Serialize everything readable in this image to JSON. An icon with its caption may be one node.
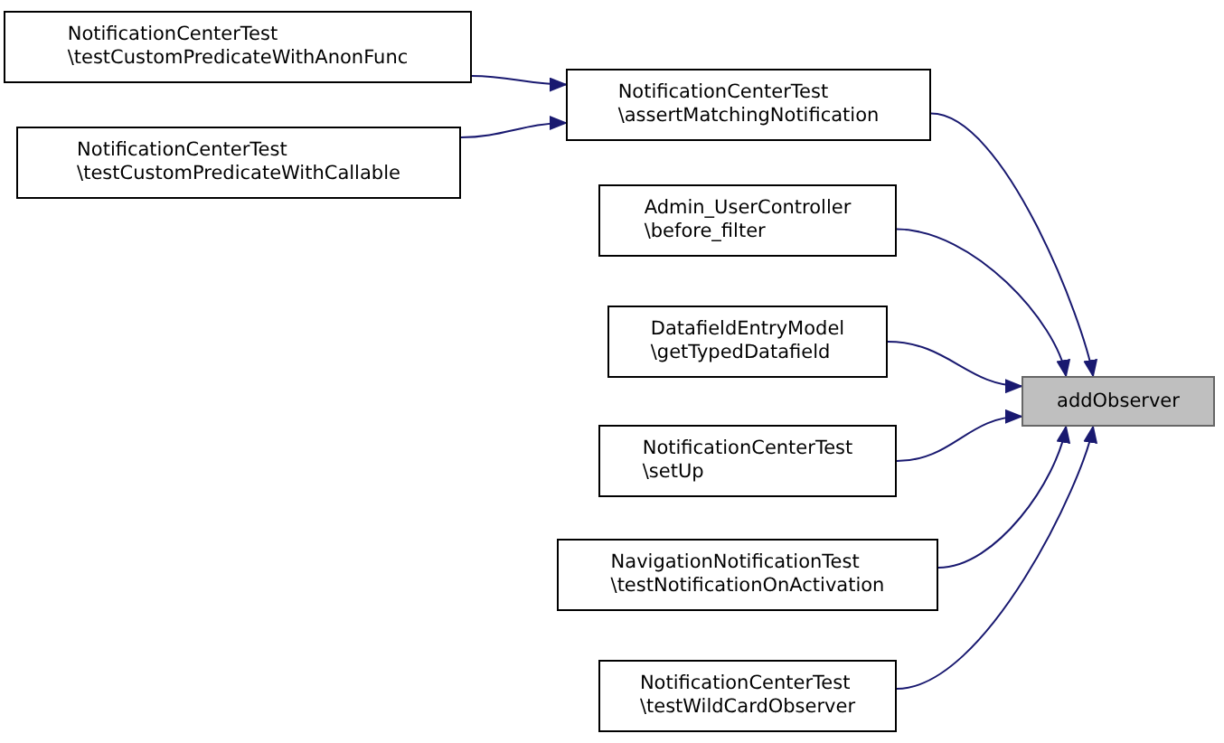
{
  "diagram": {
    "nodes": [
      {
        "text": [
          "NotificationCenterTest \\testCustomPredicateWithAnonFunc"
        ]
      },
      {
        "text": [
          "NotificationCenterTest \\testCustomPredicateWithCallable"
        ]
      },
      {
        "text": [
          "NotificationCenterTest \\assertMatchingNotification"
        ]
      },
      {
        "text": [
          "Admin_UserController \\before_filter"
        ]
      },
      {
        "text": [
          "DatafieldEntryModel \\getTypedDatafield"
        ]
      },
      {
        "text": [
          "NotificationCenterTest \\setUp"
        ]
      },
      {
        "text": [
          "NavigationNotificationTest \\testNotificationOnActivation"
        ]
      },
      {
        "text": [
          "NotificationCenterTest \\testWildCardObserver"
        ]
      },
      {
        "text": [
          "addObserver"
        ]
      }
    ],
    "edges": [
      {
        "from": 0,
        "to": 2,
        "arrow": "to"
      },
      {
        "from": 1,
        "to": 2,
        "arrow": "to"
      },
      {
        "from": 2,
        "to": 8,
        "arrow": "to"
      },
      {
        "from": 3,
        "to": 8,
        "arrow": "to"
      },
      {
        "from": 4,
        "to": 8,
        "arrow": "to"
      },
      {
        "from": 5,
        "to": 8,
        "arrow": "to"
      },
      {
        "from": 6,
        "to": 8,
        "arrow": "to"
      },
      {
        "from": 7,
        "to": 8,
        "arrow": "to"
      }
    ]
  }
}
